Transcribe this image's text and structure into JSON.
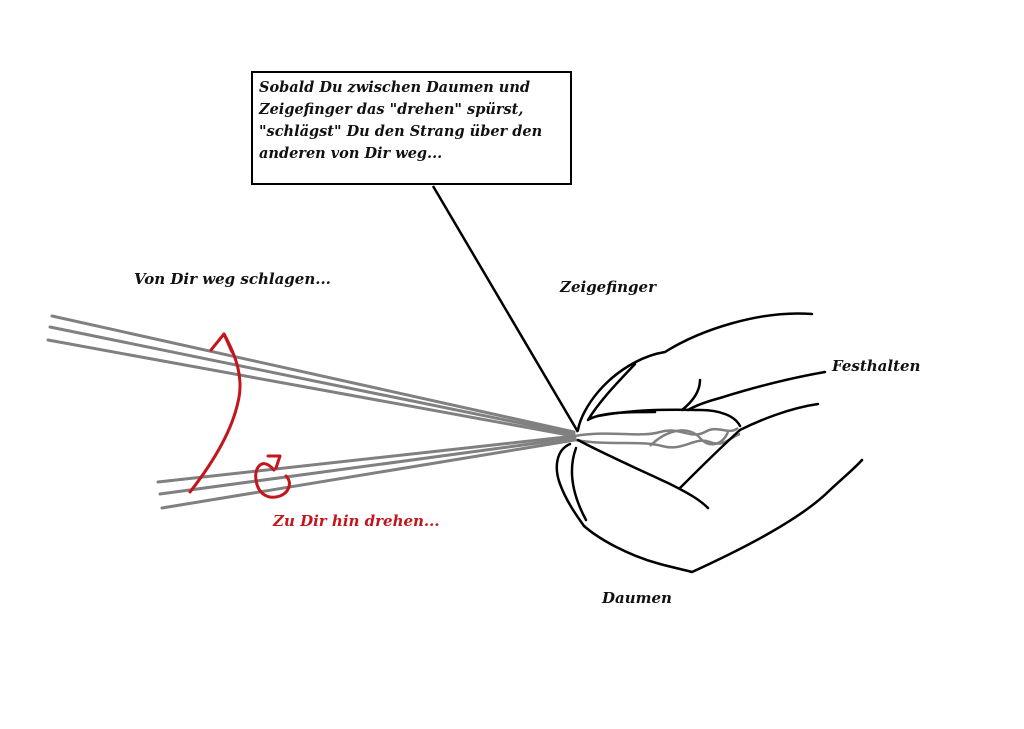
{
  "note": {
    "text": "Sobald Du zwischen Daumen und\nZeigefinger das \"drehen\" spürst,\n\"schlägst\" Du den Strang über den\nanderen von Dir weg..."
  },
  "labels": {
    "away": "Von Dir weg schlagen...",
    "toward": "Zu Dir hin drehen...",
    "index_finger": "Zeigefinger",
    "hold": "Festhalten",
    "thumb": "Daumen"
  },
  "colors": {
    "arrow": "#c3161c",
    "strands": "#808080",
    "outline": "#000000"
  }
}
